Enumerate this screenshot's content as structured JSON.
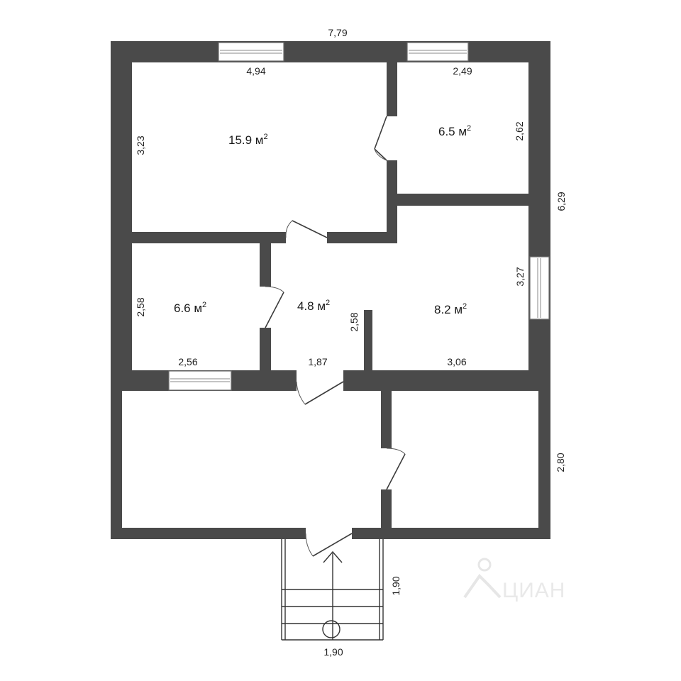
{
  "dimensions": {
    "outer_width": "7,79",
    "outer_depth": "6,29",
    "room_big_width": "4,94",
    "room_big_depth": "3,23",
    "room_small_width": "2,49",
    "room_small_depth": "2,62",
    "room_left_width": "2,56",
    "room_left_depth": "2,58",
    "hall_width": "1,87",
    "hall_depth": "2,58",
    "room_right_width": "3,06",
    "room_right_depth": "3,27",
    "veranda_depth": "2,80",
    "porch_depth": "1,90",
    "porch_width": "1,90"
  },
  "areas": {
    "room_big": "15.9 м",
    "room_small": "6.5 м",
    "room_left": "6.6 м",
    "hall": "4.8 м",
    "room_right": "8.2 м",
    "unit_power": "2"
  },
  "watermark": {
    "text": "ЦИАН"
  }
}
